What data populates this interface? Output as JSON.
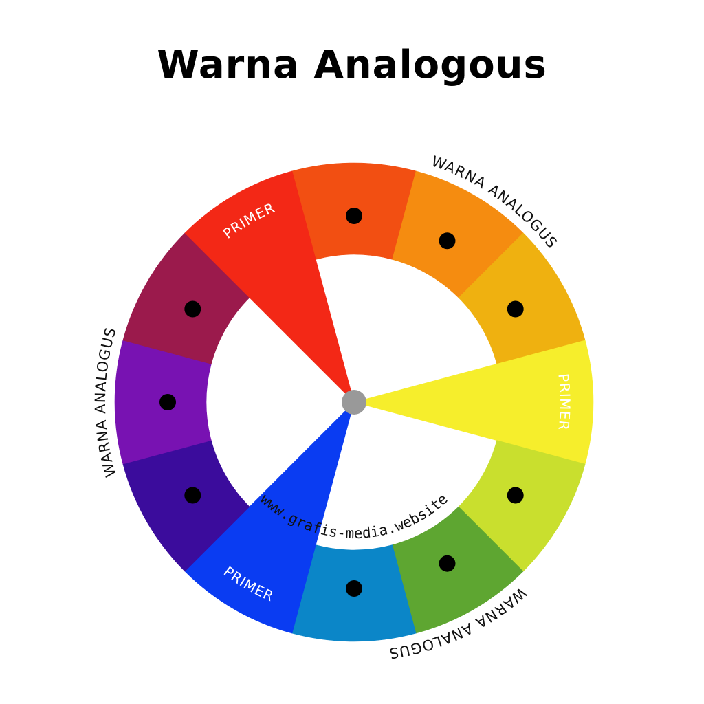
{
  "title": "Warna Analogous",
  "watermark": "www.grafis-media.website",
  "analogous_label": "WARNA ANALOGUS",
  "primary_label": "PRIMER",
  "segments": [
    {
      "name": "red-orange",
      "color": "#f24f12",
      "primary": false,
      "dot": true
    },
    {
      "name": "orange",
      "color": "#f58c10",
      "primary": false,
      "dot": true
    },
    {
      "name": "yellow-orange",
      "color": "#efb110",
      "primary": false,
      "dot": true
    },
    {
      "name": "yellow",
      "color": "#f6ee2c",
      "primary": true,
      "dot": false
    },
    {
      "name": "yellow-green",
      "color": "#c9df2e",
      "primary": false,
      "dot": true
    },
    {
      "name": "green",
      "color": "#5ea631",
      "primary": false,
      "dot": true
    },
    {
      "name": "blue-teal",
      "color": "#0b86c8",
      "primary": false,
      "dot": true
    },
    {
      "name": "blue",
      "color": "#0a3cf2",
      "primary": true,
      "dot": false
    },
    {
      "name": "indigo",
      "color": "#3b0c9c",
      "primary": false,
      "dot": true
    },
    {
      "name": "purple",
      "color": "#7812b2",
      "primary": false,
      "dot": true
    },
    {
      "name": "red-violet",
      "color": "#9b1a4c",
      "primary": false,
      "dot": true
    },
    {
      "name": "red",
      "color": "#f32816",
      "primary": true,
      "dot": false
    }
  ],
  "center_color": "#999999"
}
